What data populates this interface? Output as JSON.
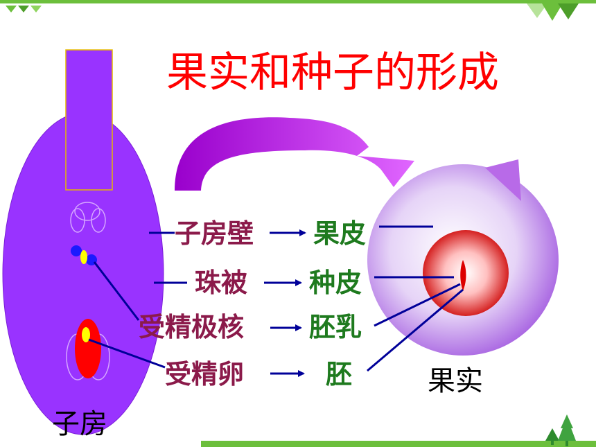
{
  "title": "果实和种子的形成",
  "ovary_label": "子房",
  "fruit_label": "果实",
  "mappings": [
    {
      "from": "子房壁",
      "to": "果皮"
    },
    {
      "from": "珠被",
      "to": "种皮"
    },
    {
      "from": "受精极核",
      "to": "胚乳"
    },
    {
      "from": "受精卵",
      "to": "胚"
    }
  ],
  "colors": {
    "title": "#ff0000",
    "ovary": "#9933ff",
    "from_text": "#8b1a4a",
    "to_text": "#1e7a1e",
    "arrow": "#000099",
    "frame_green": "#6cbf3c"
  }
}
